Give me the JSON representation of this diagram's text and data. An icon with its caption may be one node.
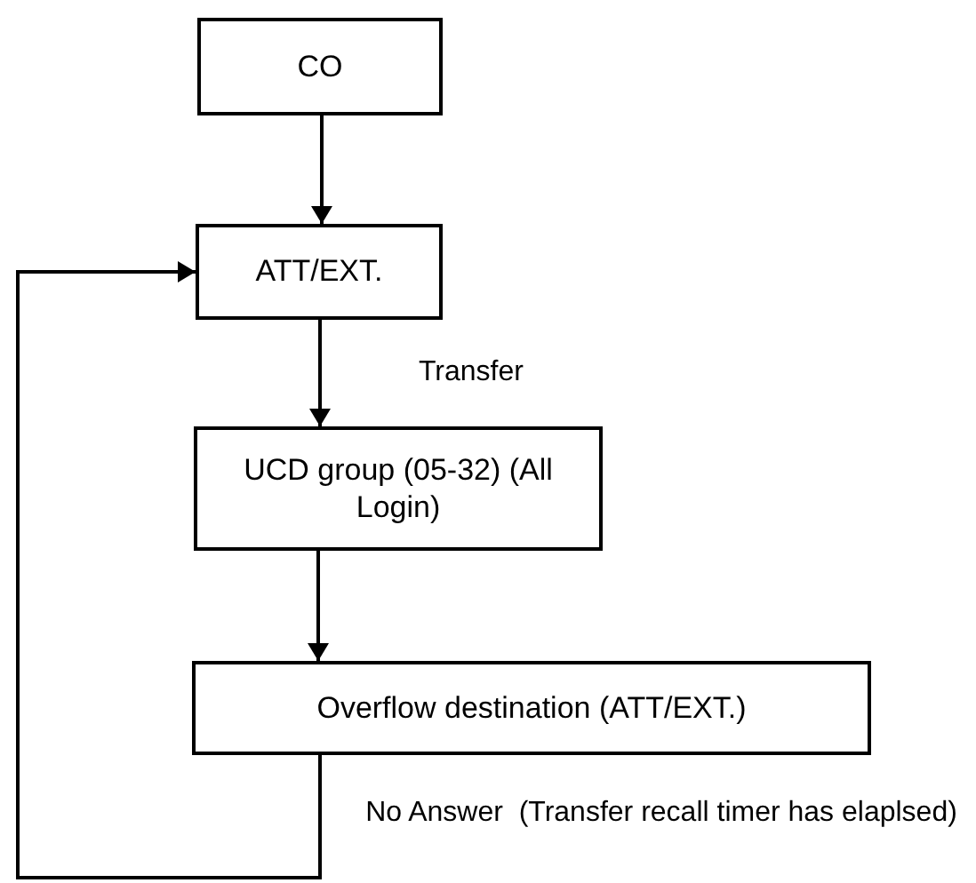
{
  "diagram": {
    "nodes": [
      {
        "text": [
          "CO"
        ]
      },
      {
        "text": [
          "ATT/EXT."
        ]
      },
      {
        "text": [
          "UCD group (05-32) (All Login)"
        ]
      },
      {
        "text": [
          "Overflow destination (ATT/EXT.)"
        ]
      }
    ],
    "edges": [
      {
        "from": 0,
        "to": 1,
        "arrow": "to"
      },
      {
        "from": 1,
        "to": 2,
        "arrow": "to",
        "label": "Transfer"
      },
      {
        "from": 2,
        "to": 3,
        "arrow": "to"
      },
      {
        "from": 3,
        "to": 1,
        "arrow": "to",
        "label": "No Answer  (Transfer recall timer has elaplsed)"
      }
    ]
  }
}
